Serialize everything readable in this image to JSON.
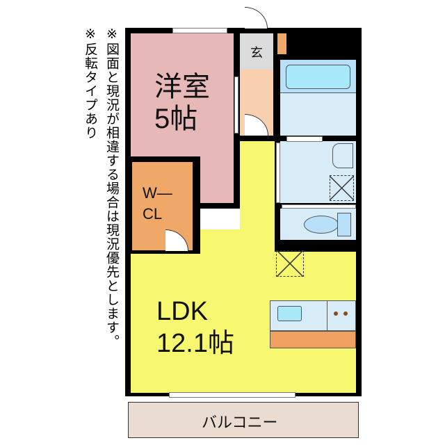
{
  "notes": [
    "※図面と現況が相違する場合は現況優先とします。",
    "※反転タイプあり"
  ],
  "rooms": {
    "western": {
      "name": "洋室",
      "size": "5帖"
    },
    "closet": {
      "line1": "W—",
      "line2": "CL"
    },
    "entrance": "玄",
    "ldk": {
      "name": "LDK",
      "size": "12.1帖"
    },
    "balcony": "バルコニー"
  },
  "colors": {
    "western": "#e6b8b8",
    "closet": "#f0a868",
    "ldk": "#f8f870",
    "entrance": "#dcdcdc",
    "corridor": "#f8d0b0",
    "wet": "#d8ecf8",
    "fixture": "#a8e8f8",
    "balcony": "#eadcd0"
  }
}
